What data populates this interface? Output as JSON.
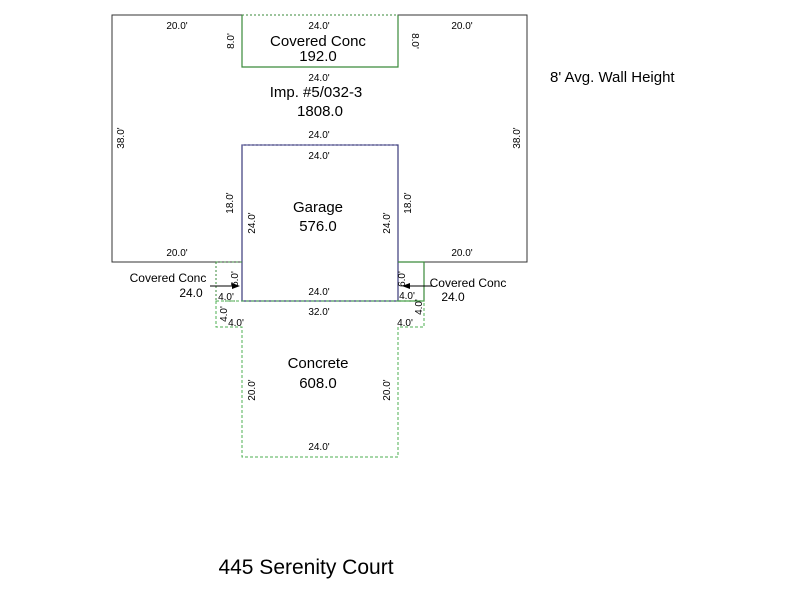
{
  "wall_height_note": "8' Avg. Wall Height",
  "address": "445 Serenity Court",
  "colors": {
    "main_outline": "#333333",
    "garage_outline": "#3a3a7a",
    "covered_outline": "#3a8a3a",
    "concrete_outline": "#4caf50",
    "arrow": "#000000"
  },
  "areas": {
    "covered_top": {
      "name": "Covered Conc",
      "value": "192.0"
    },
    "main": {
      "name": "Imp. #5/032-3",
      "value": "1808.0"
    },
    "garage": {
      "name": "Garage",
      "value": "576.0"
    },
    "covered_left": {
      "name": "Covered Conc",
      "value": "24.0"
    },
    "covered_right": {
      "name": "Covered Conc",
      "value": "24.0"
    },
    "concrete": {
      "name": "Concrete",
      "value": "608.0"
    }
  },
  "dimensions": {
    "top_left": "20.0'",
    "top_mid": "24.0'",
    "top_right": "20.0'",
    "porch_left": "8.0'",
    "porch_right": "8.0'",
    "porch_bottom": "24.0'",
    "main_left": "38.0'",
    "main_right": "38.0'",
    "main_above_garage": "24.0'",
    "garage_top": "24.0'",
    "garage_left_outer": "18.0'",
    "garage_right_outer": "18.0'",
    "garage_left_inner": "24.0'",
    "garage_right_inner": "24.0'",
    "bottom_left": "20.0'",
    "bottom_right": "20.0'",
    "covered_left_vert": "6.0'",
    "covered_left_horiz": "4.0'",
    "covered_right_vert": "6.0'",
    "covered_right_horiz": "4.0'",
    "garage_bottom": "24.0'",
    "concrete_top": "32.0'",
    "concrete_left_step_vert": "4.0'",
    "concrete_left_step_horiz": "4.0'",
    "concrete_right_step_vert": "4.0'",
    "concrete_right_step_horiz": "4.0'",
    "concrete_left": "20.0'",
    "concrete_right": "20.0'",
    "concrete_bottom": "24.0'"
  }
}
